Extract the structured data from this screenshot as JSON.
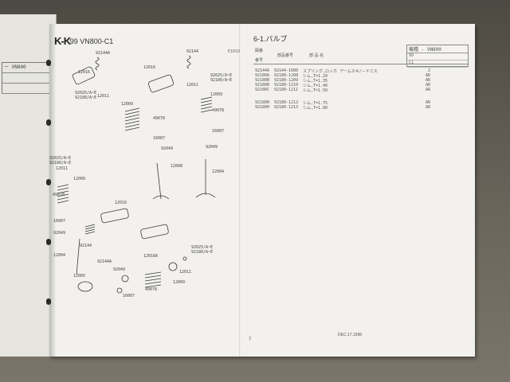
{
  "left_page": {
    "header_rows": [
      "ー VN800",
      "",
      ""
    ]
  },
  "header": {
    "brand": "K-K",
    "model_title": "'99 VN800-C1",
    "section_title": "6-1.バルブ",
    "code_tag": "E1010",
    "model_box": {
      "label": "機種 - VN800",
      "row1": "99",
      "row2": "C1"
    }
  },
  "table": {
    "col_ref_top": "図番",
    "col_ref_bottom": "番号",
    "col_part": "部品番号",
    "col_name": "部 品 名",
    "rows": [
      {
        "ref": "92144A",
        "part": "92144-1600",
        "name": "スプリング,ロッカ アームスキ/－ドミス",
        "qty": "2"
      },
      {
        "ref": "92180A",
        "part": "92180-1208",
        "name": "シム,T=1.20",
        "qty": "AR"
      },
      {
        "ref": "92180B",
        "part": "92180-1209",
        "name": "シム,T=1.35",
        "qty": "AR"
      },
      {
        "ref": "92180B",
        "part": "92180-1210",
        "name": "シム,T=1.40",
        "qty": "AR"
      },
      {
        "ref": "92180C",
        "part": "92180-1211",
        "name": "シム,T=1.50",
        "qty": "AR"
      },
      {
        "ref": "",
        "part": "",
        "name": "",
        "qty": ""
      },
      {
        "ref": "92180H",
        "part": "92180-1212",
        "name": "シム,T=1.75",
        "qty": "AR"
      },
      {
        "ref": "92180H",
        "part": "92180-1213",
        "name": "シム,T=1.80",
        "qty": "AR"
      }
    ]
  },
  "diagram": {
    "callouts": [
      {
        "label": "92144A"
      },
      {
        "label": "12016"
      },
      {
        "label": "92025/A~E"
      },
      {
        "label": "92180/A~E"
      },
      {
        "label": "12011"
      },
      {
        "label": "12009"
      },
      {
        "label": "49078"
      },
      {
        "label": "16007"
      },
      {
        "label": "92049"
      },
      {
        "label": "12008"
      },
      {
        "label": "92144"
      },
      {
        "label": "12016"
      },
      {
        "label": "92025/A~E"
      },
      {
        "label": "92180/A~E"
      },
      {
        "label": "12011"
      },
      {
        "label": "12009"
      },
      {
        "label": "49078"
      },
      {
        "label": "16007"
      },
      {
        "label": "92049"
      },
      {
        "label": "12004"
      },
      {
        "label": "92025/A~E"
      },
      {
        "label": "92180/A~E"
      },
      {
        "label": "12011"
      },
      {
        "label": "12009"
      },
      {
        "label": "49078"
      },
      {
        "label": "12016"
      },
      {
        "label": "16007"
      },
      {
        "label": "92049"
      },
      {
        "label": "12004"
      },
      {
        "label": "92144A"
      },
      {
        "label": "12016A"
      },
      {
        "label": "92144"
      },
      {
        "label": "12005"
      },
      {
        "label": "92049"
      },
      {
        "label": "16007"
      },
      {
        "label": "49078"
      },
      {
        "label": "12009"
      },
      {
        "label": "12011"
      },
      {
        "label": "92025/A~E"
      },
      {
        "label": "92180/A~E"
      }
    ]
  },
  "footer": {
    "page_number": "7",
    "date": "DEC.17.1998"
  }
}
